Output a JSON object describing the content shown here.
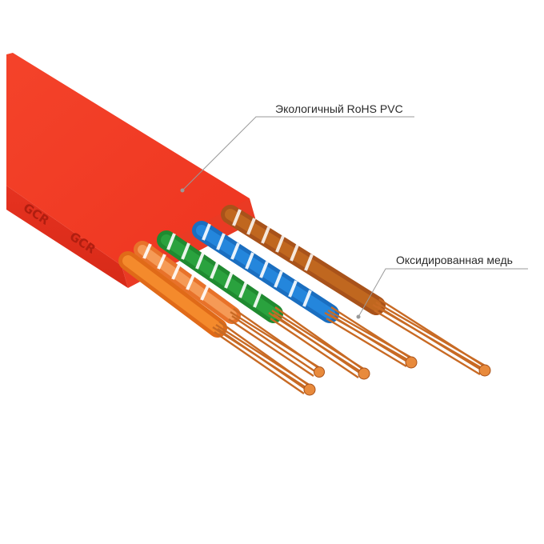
{
  "annotations": {
    "pvc_label": "Экологичный RoHS PVC",
    "copper_label": "Оксидированная медь"
  },
  "cable": {
    "brand_marks": [
      "GCR",
      "GCR"
    ],
    "jacket_color": "#f23a22",
    "wire_colors": [
      "#f07a1e",
      "#2a9a3a",
      "#1f7fd0",
      "#b35a18"
    ],
    "copper_color": "#d6742a"
  }
}
